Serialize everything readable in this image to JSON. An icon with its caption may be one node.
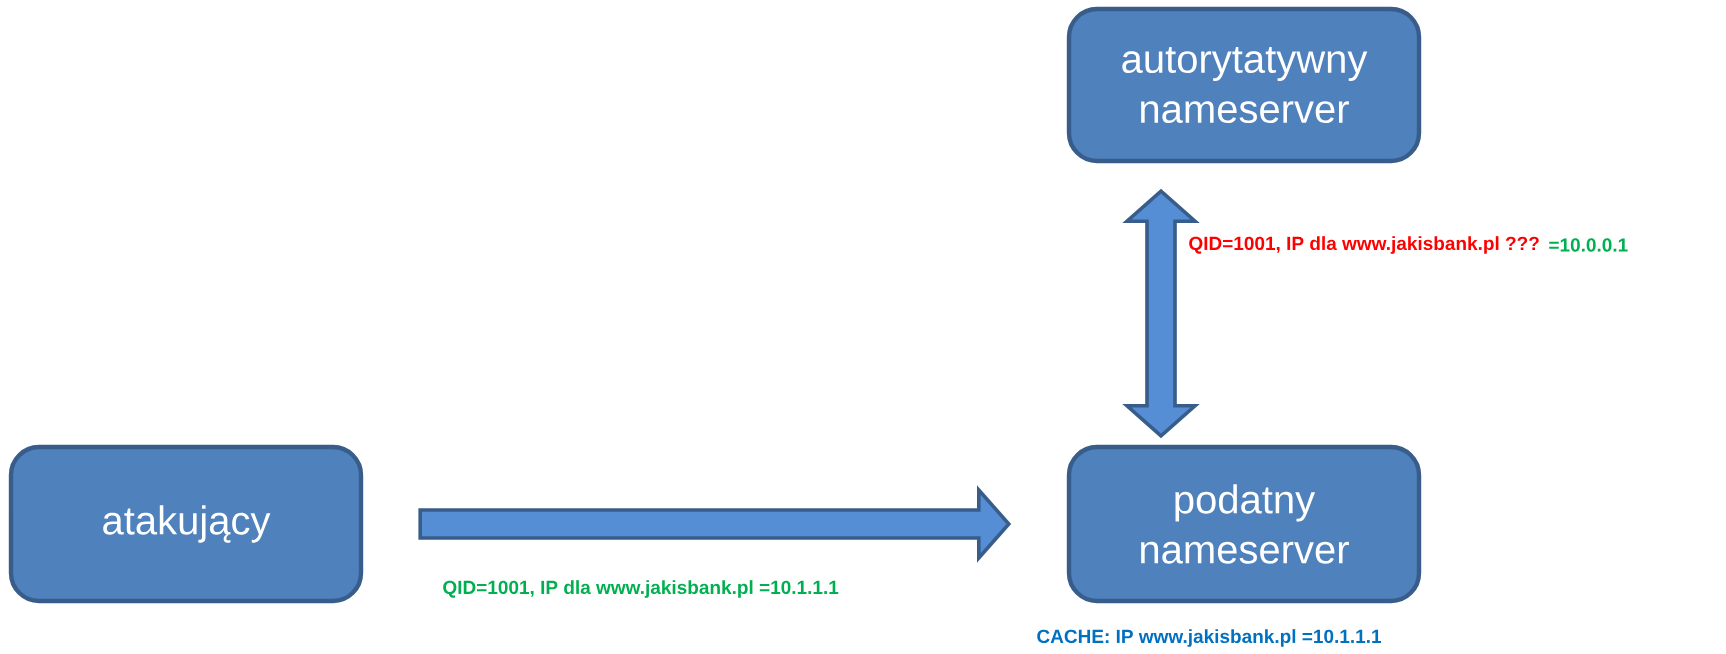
{
  "diagram": {
    "nodes": [
      {
        "text": [
          "atakujący"
        ]
      },
      {
        "text": [
          "autorytatywny nameserver"
        ]
      },
      {
        "text": [
          "podatny nameserver"
        ]
      }
    ],
    "edges": [
      {
        "from": 0,
        "to": 2,
        "arrow": "to",
        "label": "QID=1001, IP dla www.jakisbank.pl =10.1.1.1",
        "color": "#00b050"
      },
      {
        "from": 2,
        "to": 1,
        "arrow": "both",
        "label": "QID=1001, IP dla www.jakisbank.pl ???",
        "color": "#ff0000"
      }
    ],
    "labels": [
      "=10.0.0.1",
      "CACHE: IP  www.jakisbank.pl =10.1.1.1"
    ]
  }
}
